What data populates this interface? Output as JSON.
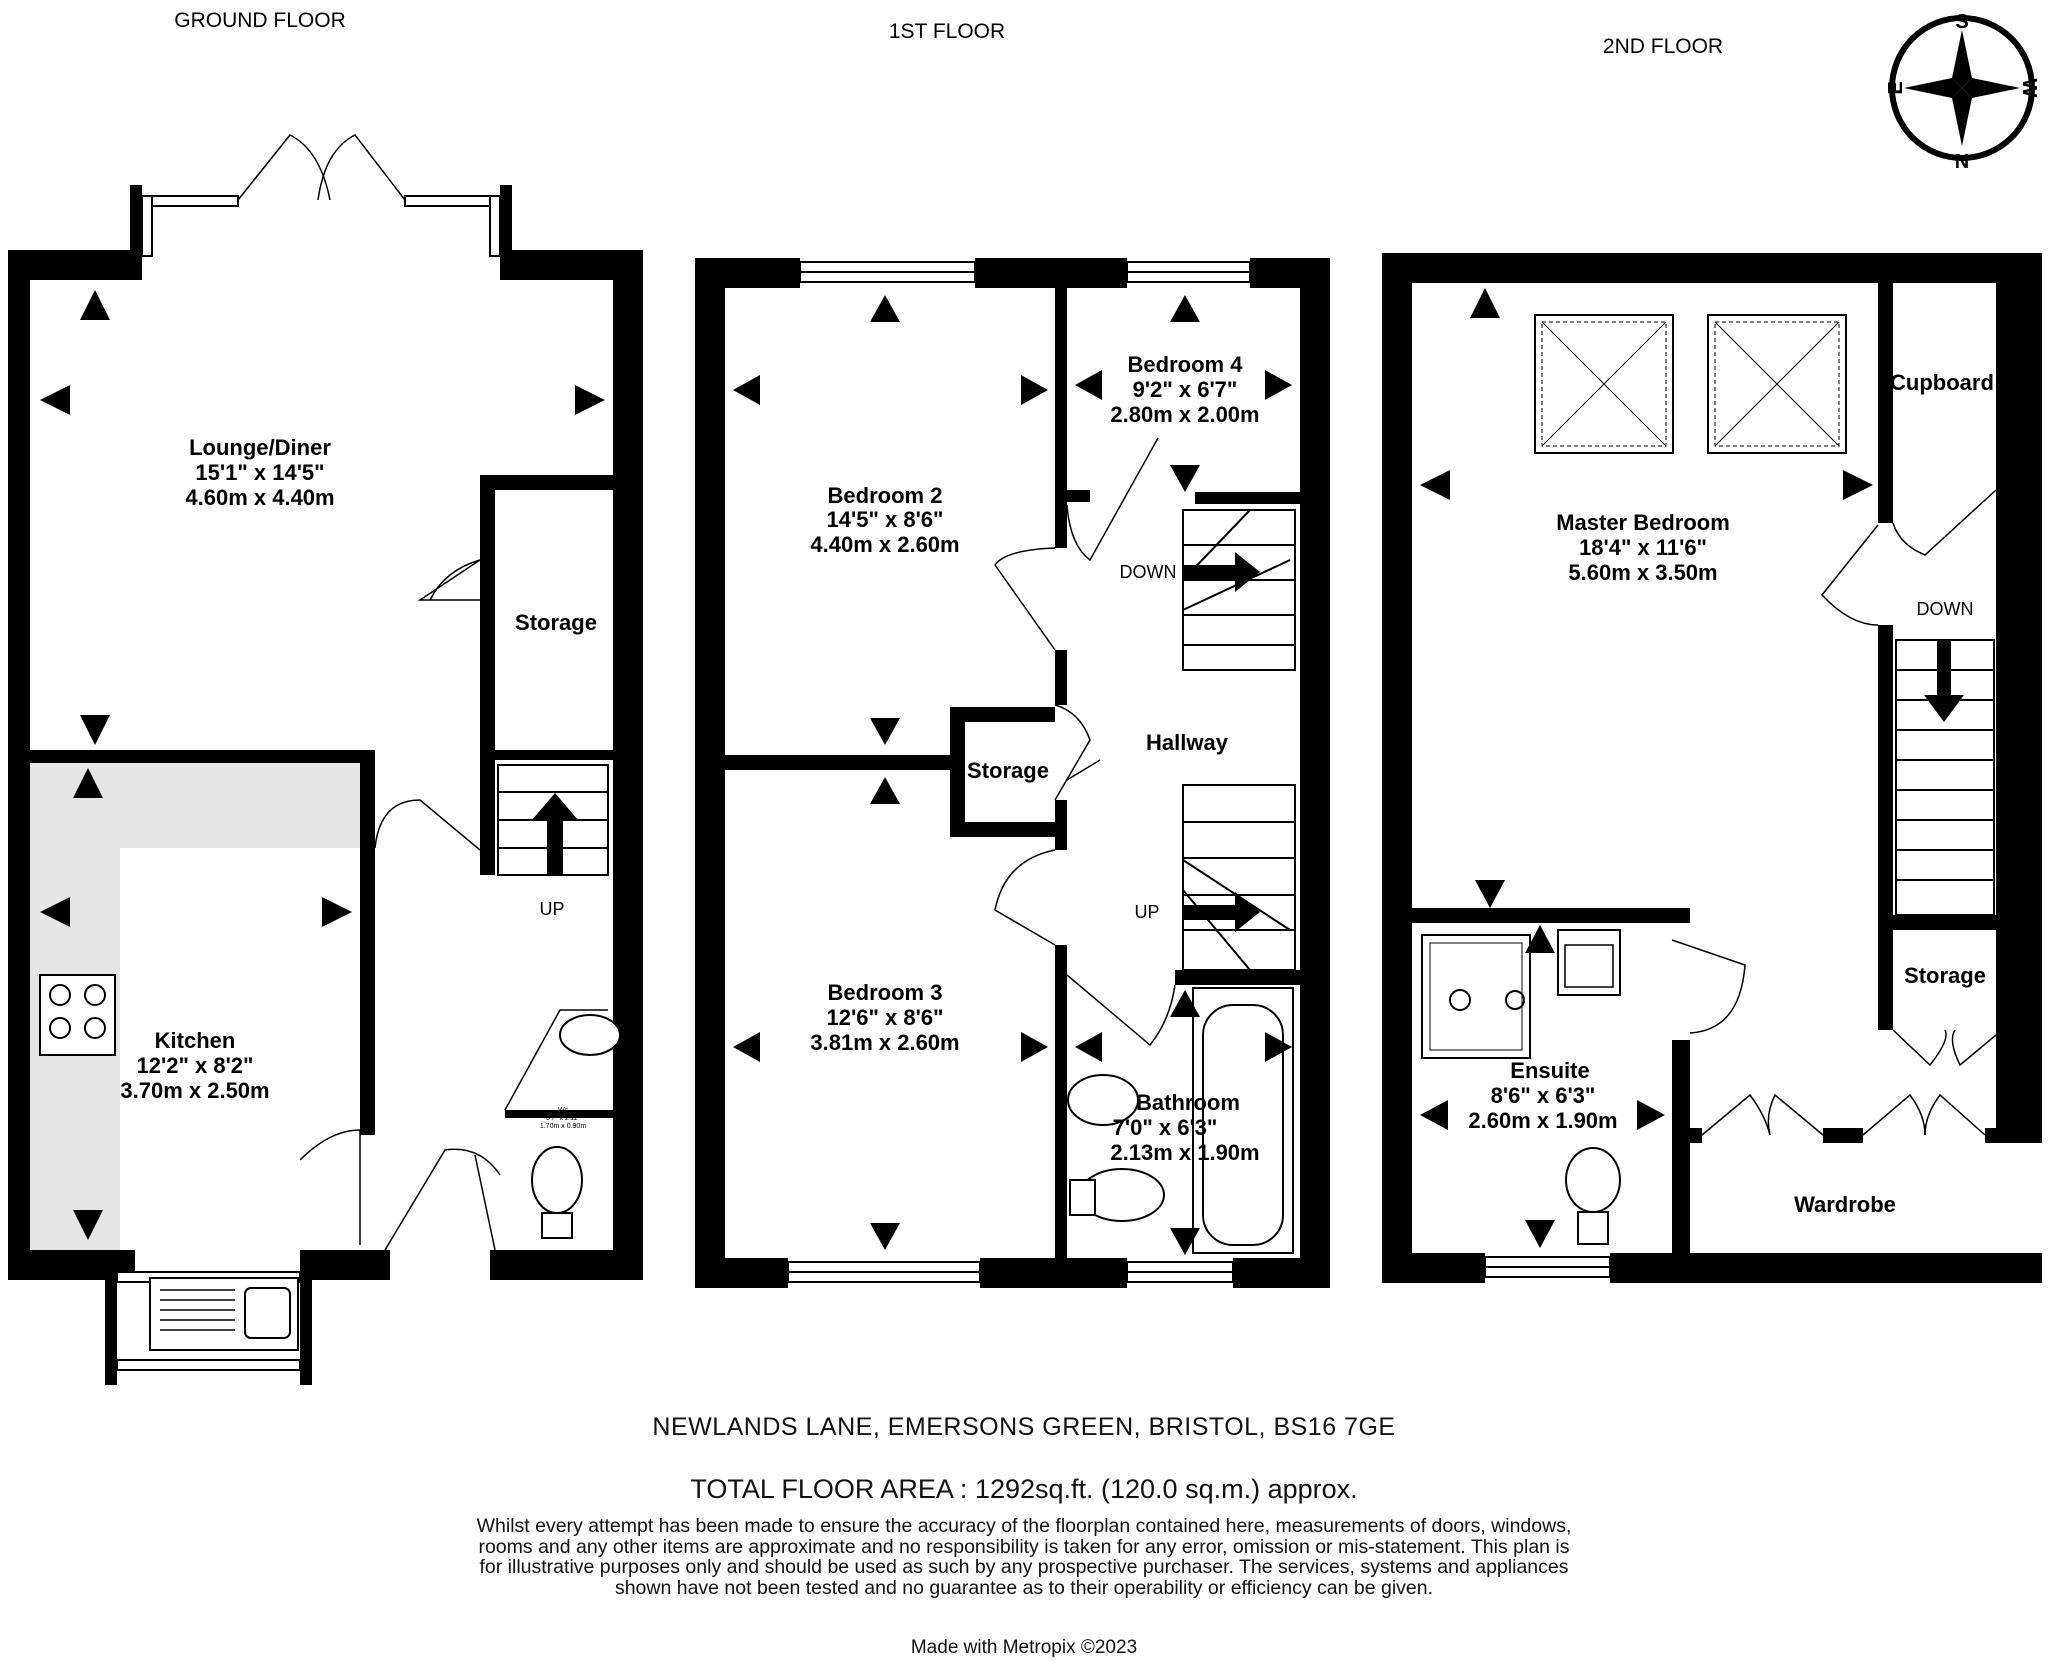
{
  "floors": [
    {
      "title": "GROUND FLOOR"
    },
    {
      "title": "1ST FLOOR"
    },
    {
      "title": "2ND FLOOR"
    }
  ],
  "rooms": {
    "lounge": {
      "name": "Lounge/Diner",
      "imperial": "15'1\"  x 14'5\"",
      "metric": "4.60m  x 4.40m"
    },
    "storage_ground": {
      "name": "Storage"
    },
    "kitchen": {
      "name": "Kitchen",
      "imperial": "12'2\"  x 8'2\"",
      "metric": "3.70m  x 2.50m"
    },
    "wc": {
      "name": "Wc",
      "imperial": "5'7\"  x 2'11\"",
      "metric": "1.70m  x 0.90m"
    },
    "bedroom2": {
      "name": "Bedroom 2",
      "imperial": "14'5\"  x 8'6\"",
      "metric": "4.40m  x 2.60m"
    },
    "bedroom3": {
      "name": "Bedroom 3",
      "imperial": "12'6\"  x 8'6\"",
      "metric": "3.81m  x 2.60m"
    },
    "bedroom4": {
      "name": "Bedroom 4",
      "imperial": "9'2\"  x 6'7\"",
      "metric": "2.80m  x 2.00m"
    },
    "storage_first": {
      "name": "Storage"
    },
    "hallway": {
      "name": "Hallway"
    },
    "bathroom": {
      "name": "Bathroom",
      "imperial": "7'0\"  x 6'3\"",
      "metric": "2.13m  x 1.90m"
    },
    "master": {
      "name": "Master Bedroom",
      "imperial": "18'4\"  x 11'6\"",
      "metric": "5.60m  x 3.50m"
    },
    "cupboard": {
      "name": "Cupboard"
    },
    "storage_second": {
      "name": "Storage"
    },
    "ensuite": {
      "name": "Ensuite",
      "imperial": "8'6\"  x 6'3\"",
      "metric": "2.60m  x 1.90m"
    },
    "wardrobe": {
      "name": "Wardrobe"
    }
  },
  "stairs": {
    "ground_up": "UP",
    "first_down": "DOWN",
    "first_up": "UP",
    "second_down": "DOWN"
  },
  "compass": {
    "north": "N",
    "south": "S",
    "east": "E",
    "west": "W"
  },
  "address": "NEWLANDS LANE, EMERSONS GREEN, BRISTOL, BS16 7GE",
  "total_area": "TOTAL FLOOR AREA : 1292sq.ft. (120.0 sq.m.) approx.",
  "disclaimer": "Whilst every attempt has been made to ensure the accuracy of the floorplan contained here, measurements of doors, windows, rooms and any other items are approximate and no responsibility is taken for any error, omission or mis-statement. This plan is for illustrative purposes only and should be used as such by any prospective purchaser. The services, systems and appliances shown have not been tested and no guarantee as to their operability or efficiency can be given.",
  "credit": "Made with Metropix ©2023"
}
